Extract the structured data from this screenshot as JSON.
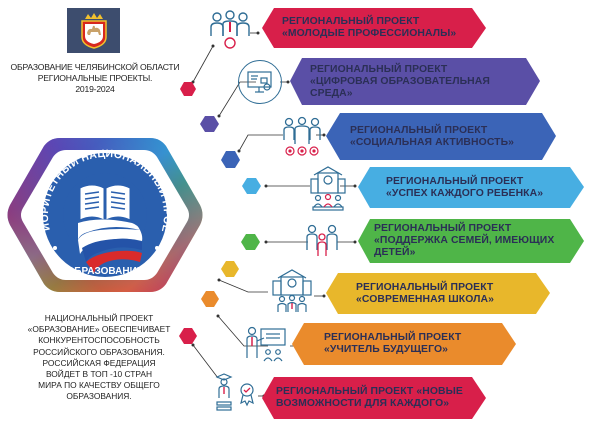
{
  "header": {
    "title_lines": [
      "ОБРАЗОВАНИЕ ЧЕЛЯБИНСКОЙ ОБЛАСТИ",
      "РЕГИОНАЛЬНЫЕ ПРОЕКТЫ.",
      "2019-2024"
    ],
    "title": "ОБРАЗОВАНИЕ ЧЕЛЯБИНСКОЙ ОБЛАСТИ РЕГИОНАЛЬНЫЕ ПРОЕКТЫ. 2019-2024",
    "coat_of_arms_icon": "chelyabinsk-coat-of-arms"
  },
  "emblem": {
    "arc_text": "ПРИОРИТЕТНЫЙ НАЦИОНАЛЬНЫЙ ПРОЕКТ",
    "bottom_text": "ОБРАЗОВАНИЕ",
    "icon": "open-book-with-flag"
  },
  "description": {
    "lines": [
      "НАЦИОНАЛЬНЫЙ ПРОЕКТ",
      "«ОБРАЗОВАНИЕ» ОБЕСПЕЧИВАЕТ",
      "КОНКУРЕНТОСПОСОБНОСТЬ",
      "РОССИЙСКОГО  ОБРАЗОВАНИЯ.",
      "РОССИЙСКАЯ ФЕДЕРАЦИЯ",
      "ВОЙДЕТ В ТОП -10 СТРАН",
      "МИРА ПО КАЧЕСТВУ ОБЩЕГО",
      "ОБРАЗОВАНИЯ."
    ]
  },
  "projects": [
    {
      "label": "РЕГИОНАЛЬНЫЙ ПРОЕКТ\n«МОЛОДЫЕ ПРОФЕССИОНАЛЫ»",
      "color": "#d81f4a",
      "icon": "team-award-icon"
    },
    {
      "label": "РЕГИОНАЛЬНЫЙ ПРОЕКТ\n«ЦИФРОВАЯ ОБРАЗОВАТЕЛЬНАЯ\nСРЕДА»",
      "color": "#5a4fa6",
      "icon": "computer-monitor-icon"
    },
    {
      "label": "РЕГИОНАЛЬНЫЙ ПРОЕКТ\n«СОЦИАЛЬНАЯ АКТИВНОСТЬ»",
      "color": "#3b64b7",
      "icon": "volunteers-stars-icon"
    },
    {
      "label": "РЕГИОНАЛЬНЫЙ ПРОЕКТ\n«УСПЕХ КАЖДОГО РЕБЕНКА»",
      "color": "#47aee2",
      "icon": "school-children-icon"
    },
    {
      "label": "РЕГИОНАЛЬНЫЙ ПРОЕКТ\n«ПОДДЕРЖКА СЕМЕЙ, ИМЕЮЩИХ\nДЕТЕЙ»",
      "color": "#4fb548",
      "icon": "family-icon"
    },
    {
      "label": "РЕГИОНАЛЬНЫЙ ПРОЕКТ\n«СОВРЕМЕННАЯ ШКОЛА»",
      "color": "#e8b72b",
      "icon": "school-building-icon"
    },
    {
      "label": "РЕГИОНАЛЬНЫЙ ПРОЕКТ\n«УЧИТЕЛЬ БУДУЩЕГО»",
      "color": "#ea8b2c",
      "icon": "teacher-board-icon"
    },
    {
      "label": "РЕГИОНАЛЬНЫЙ ПРОЕКТ «НОВЫЕ\nВОЗМОЖНОСТИ ДЛЯ КАЖДОГО»",
      "color": "#d81f4a",
      "icon": "learner-certificate-icon"
    }
  ],
  "colors": {
    "text_dark": "#2b2f56",
    "icon_line": "#2f6d95",
    "icon_accent": "#d81f4a",
    "coat_bg": "#3d4d6e"
  }
}
